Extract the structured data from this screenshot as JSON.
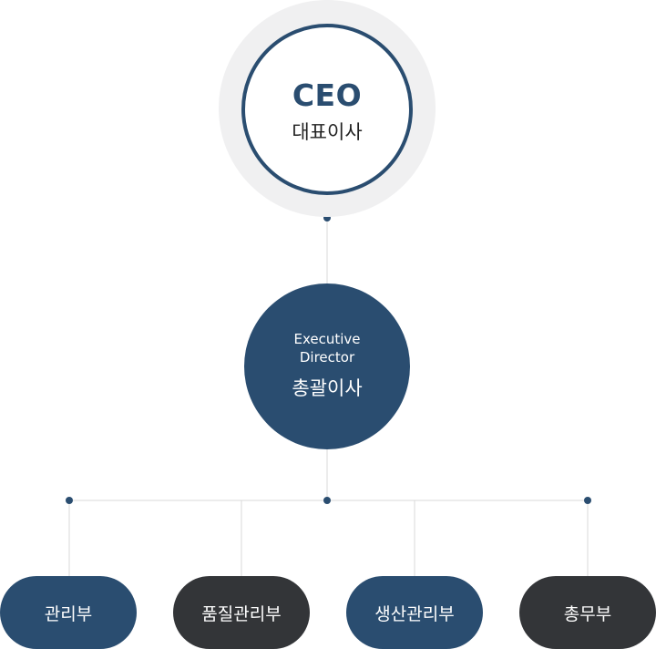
{
  "colors": {
    "navy": "#2a4d70",
    "dark": "#333538",
    "ring": "#f0f0f1",
    "line": "#d9d9d9",
    "dot": "#2a4d70"
  },
  "ceo": {
    "title": "CEO",
    "subtitle": "대표이사"
  },
  "director": {
    "title_en": "Executive Director",
    "title_ko": "총괄이사"
  },
  "departments": [
    {
      "label": "관리부",
      "style": "navy"
    },
    {
      "label": "품질관리부",
      "style": "dark"
    },
    {
      "label": "생산관리부",
      "style": "navy"
    },
    {
      "label": "총무부",
      "style": "dark"
    }
  ]
}
